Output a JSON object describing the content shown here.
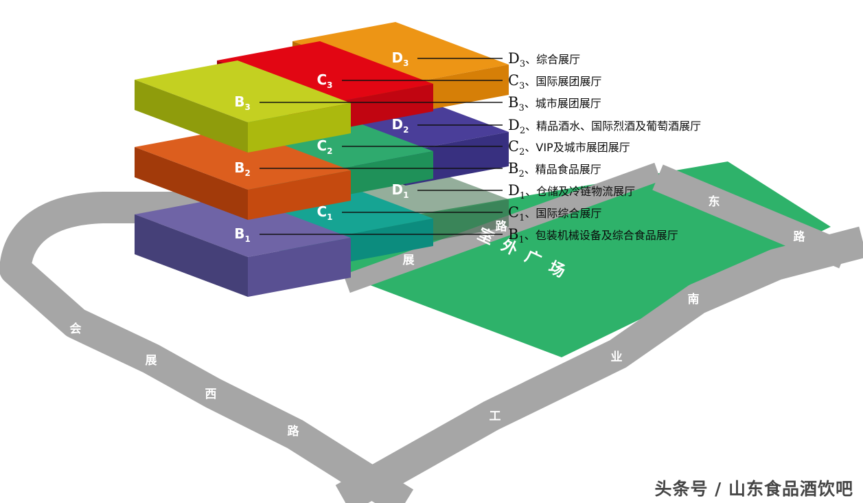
{
  "halls": [
    {
      "id": "D3",
      "letter": "D",
      "sub": "3",
      "desc": "综合展厅",
      "colors": {
        "top": "#ED9515",
        "front": "#D67F07",
        "side": "#B96D05"
      }
    },
    {
      "id": "C3",
      "letter": "C",
      "sub": "3",
      "desc": "国际展团展厅",
      "colors": {
        "top": "#E20613",
        "front": "#C10511",
        "side": "#9C040E"
      }
    },
    {
      "id": "B3",
      "letter": "B",
      "sub": "3",
      "desc": "城市展团展厅",
      "colors": {
        "top": "#C4D021",
        "front": "#ABB90E",
        "side": "#8F9C0C"
      }
    },
    {
      "id": "D2",
      "letter": "D",
      "sub": "2",
      "desc": "精品酒水、国际烈酒及葡萄酒展厅",
      "colors": {
        "top": "#4A3E99",
        "front": "#383080",
        "side": "#2B2566"
      }
    },
    {
      "id": "C2",
      "letter": "C",
      "sub": "2",
      "desc": "VIP及城市展团展厅",
      "colors": {
        "top": "#2FAA6E",
        "front": "#1F9159",
        "side": "#157A48"
      }
    },
    {
      "id": "B2",
      "letter": "B",
      "sub": "2",
      "desc": "精品食品展厅",
      "colors": {
        "top": "#DC5E1E",
        "front": "#C54A0F",
        "side": "#A23A0A"
      }
    },
    {
      "id": "D1",
      "letter": "D",
      "sub": "1",
      "desc": "仓储及冷链物流展厅",
      "colors": {
        "top": "#4E7A5A",
        "front": "#42684E",
        "side": "#3A5C45"
      },
      "opacity": "0.6"
    },
    {
      "id": "C1",
      "letter": "C",
      "sub": "1",
      "desc": "国际综合展厅",
      "colors": {
        "top": "#16A493",
        "front": "#0C8C7E",
        "side": "#077567"
      }
    },
    {
      "id": "B1",
      "letter": "B",
      "sub": "1",
      "desc": "包装机械设备及综合食品展厅",
      "colors": {
        "top": "#6F64A6",
        "front": "#595092",
        "side": "#454078"
      }
    }
  ],
  "legend": {
    "separator": "、"
  },
  "plaza": {
    "label": "室外广场",
    "color": "#2EB26A"
  },
  "roads": {
    "color": "#A6A6A6",
    "west": {
      "chars": [
        "会",
        "展",
        "西",
        "路"
      ]
    },
    "south": {
      "chars": [
        "工",
        "业",
        "南"
      ]
    },
    "east": {
      "chars": [
        "东",
        "路"
      ]
    },
    "inner": {
      "chars": [
        "展",
        "路"
      ]
    }
  },
  "watermark": {
    "text": "头条号 / 山东食品酒饮吧"
  }
}
